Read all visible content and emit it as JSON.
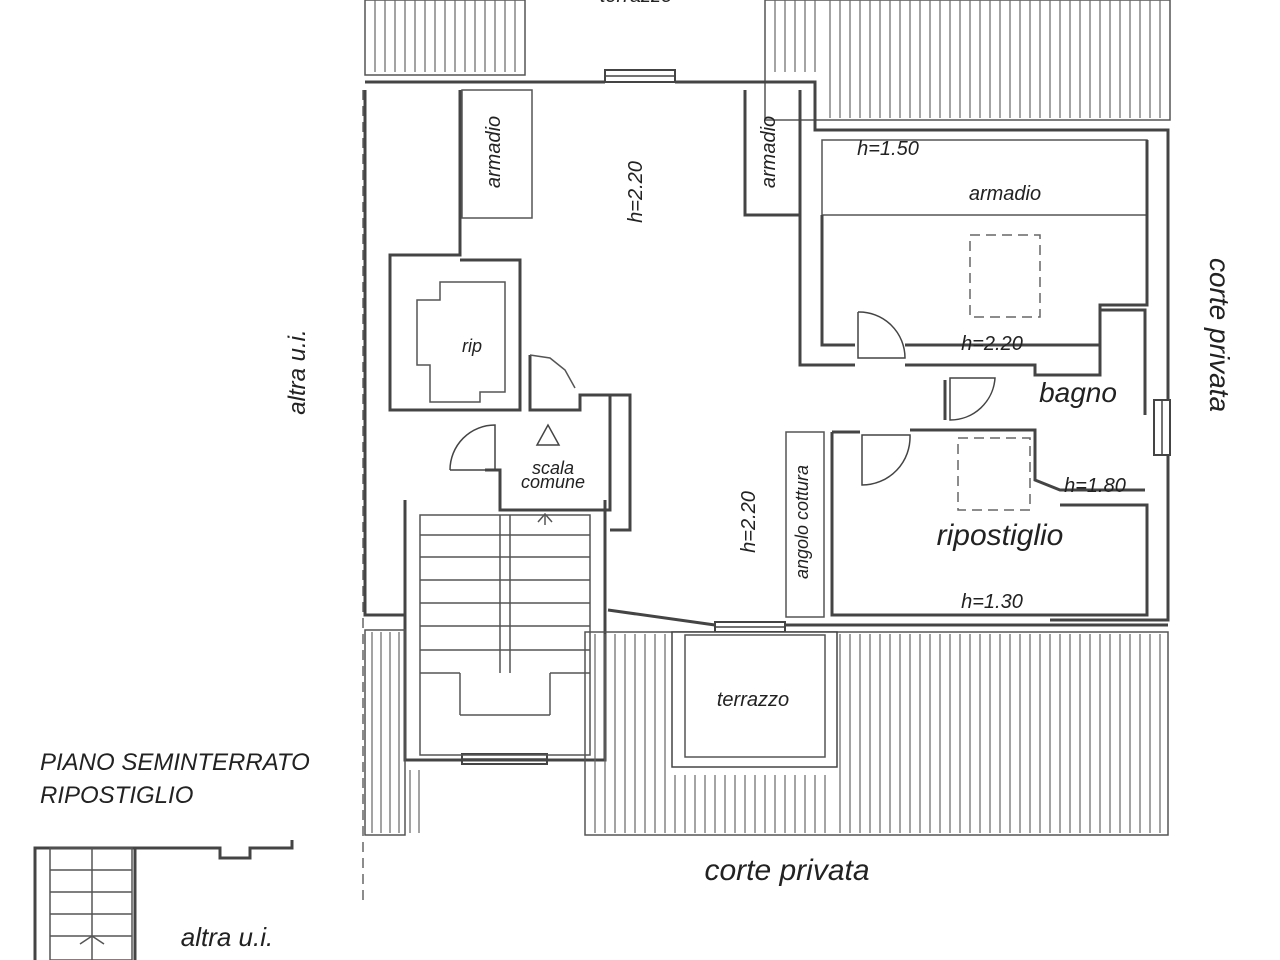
{
  "plan": {
    "labels": {
      "terrazzo_top": "terrazzo",
      "armadio_left": "armadio",
      "armadio_center": "armadio",
      "armadio_right": "armadio",
      "h_220_top": "h=2.20",
      "h_150": "h=1.50",
      "altra_ui_left": "altra u.i.",
      "rip": "rip",
      "scala_comune_1": "scala",
      "scala_comune_2": "comune",
      "h_220_bagno": "h=2.20",
      "bagno": "bagno",
      "corte_privata_right": "corte privata",
      "h_180": "h=1.80",
      "ripostiglio": "ripostiglio",
      "h_220_mid": "h=2.20",
      "angolo_cottura": "angolo cottura",
      "h_130": "h=1.30",
      "terrazzo_bottom": "terrazzo",
      "piano_1": "PIANO SEMINTERRATO",
      "piano_2": "RIPOSTIGLIO",
      "corte_privata_bottom": "corte privata",
      "altra_ui_bottom": "altra u.i."
    }
  }
}
